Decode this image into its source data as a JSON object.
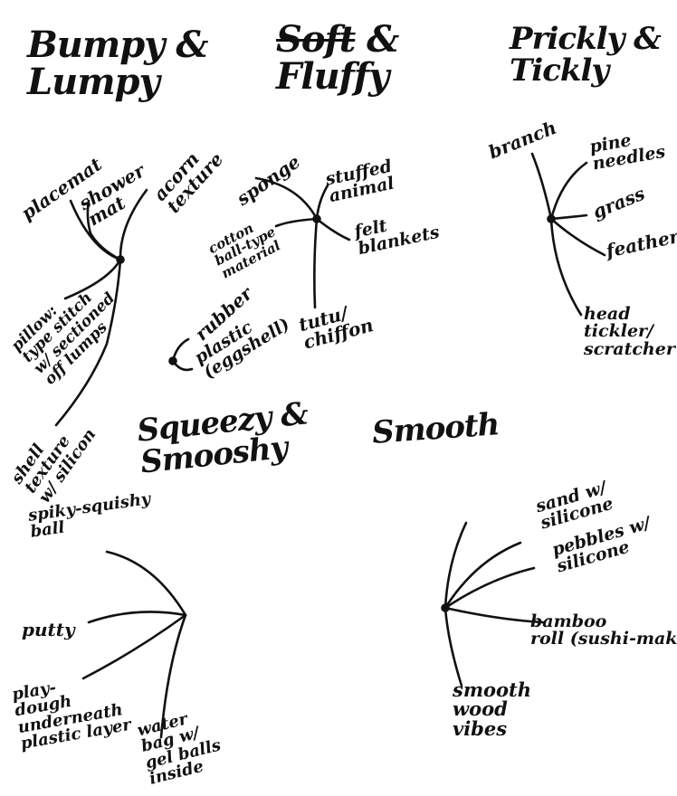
{
  "clusters": {
    "bumpy": {
      "title": "Bumpy &\nLumpy",
      "items": [
        "placemat",
        "shower\nmat",
        "acorn\ntexture",
        "pillow:\ntype stitch\nw/ sectioned\noff lumps",
        "shell\ntexture\nw/ silicon"
      ]
    },
    "soft": {
      "title_word": "Soft",
      "title_rest": " &\nFluffy",
      "items": [
        "sponge",
        "stuffed\nanimal",
        "cotton\nball-type\nmaterial",
        "felt\nblankets",
        "tutu/\nchiffon",
        "rubber",
        "plastic\n(eggshell)"
      ]
    },
    "prickly": {
      "title": "Prickly &\nTickly",
      "items": [
        "branch",
        "pine\nneedles",
        "grass",
        "feathers",
        "head\ntickler/\nscratcher"
      ]
    },
    "squeezy": {
      "title": "Squeezy &\nSmooshy",
      "items": [
        "spiky-squishy\nball",
        "putty",
        "play-\ndough\nunderneath\nplastic layer",
        "water\nbag w/\ngel balls\ninside"
      ]
    },
    "smooth": {
      "title": "Smooth",
      "items": [
        "sand w/\nsilicone",
        "pebbles w/\nsilicone",
        "bamboo\nroll (sushi-maker)",
        "smooth\nwood\nvibes"
      ]
    }
  }
}
